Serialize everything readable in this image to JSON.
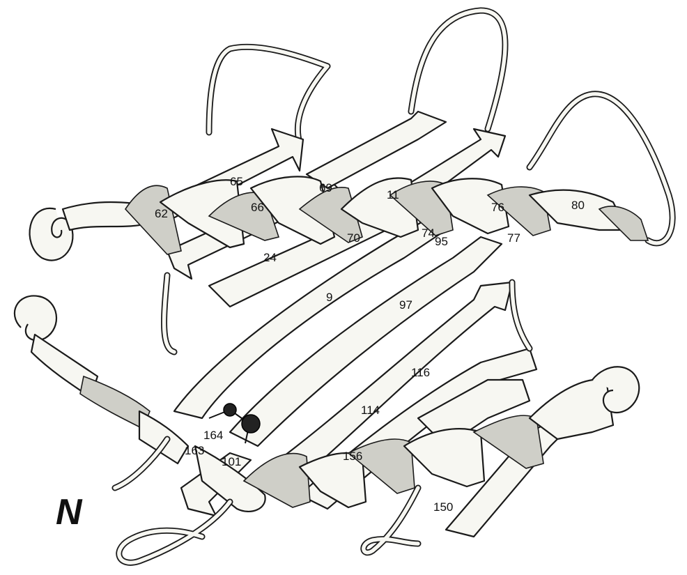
{
  "terminus_label": "N",
  "residue_labels": {
    "r62": "62",
    "r65": "65",
    "r66": "66",
    "r69": "69",
    "r11": "11",
    "r70": "70",
    "r74": "74",
    "r76": "76",
    "r95": "95",
    "r77": "77",
    "r80": "80",
    "r24": "24",
    "r9": "9",
    "r97": "97",
    "r116": "116",
    "r114": "114",
    "r164": "164",
    "r163": "163",
    "r101": "101",
    "r156": "156",
    "r150": "150"
  }
}
